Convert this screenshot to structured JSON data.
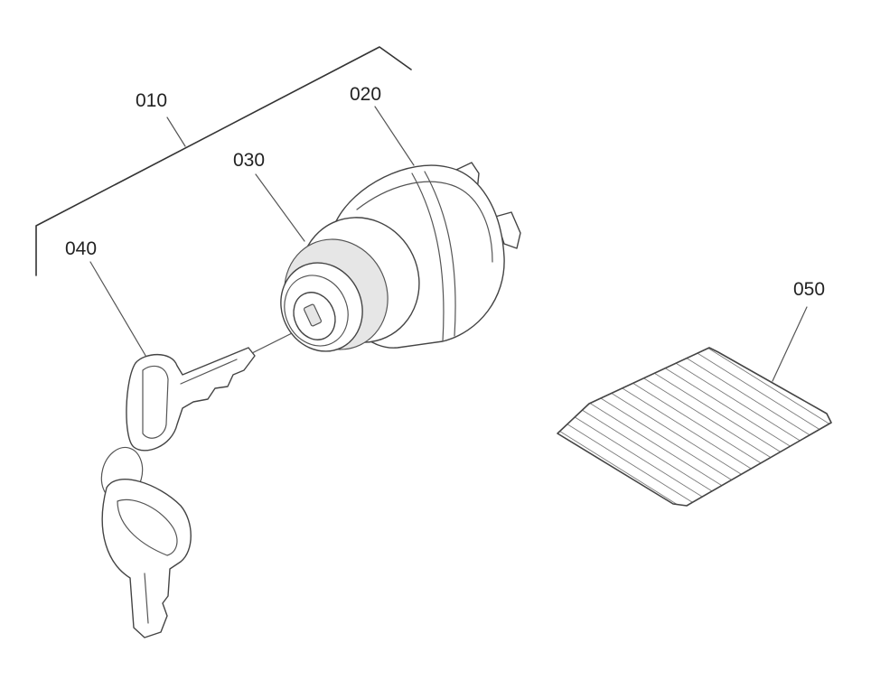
{
  "diagram": {
    "parts": [
      {
        "id": "010"
      },
      {
        "id": "020"
      },
      {
        "id": "030"
      },
      {
        "id": "040"
      },
      {
        "id": "050"
      }
    ]
  },
  "colors": {
    "line": "#333333",
    "label": "#222222",
    "background": "#ffffff"
  }
}
